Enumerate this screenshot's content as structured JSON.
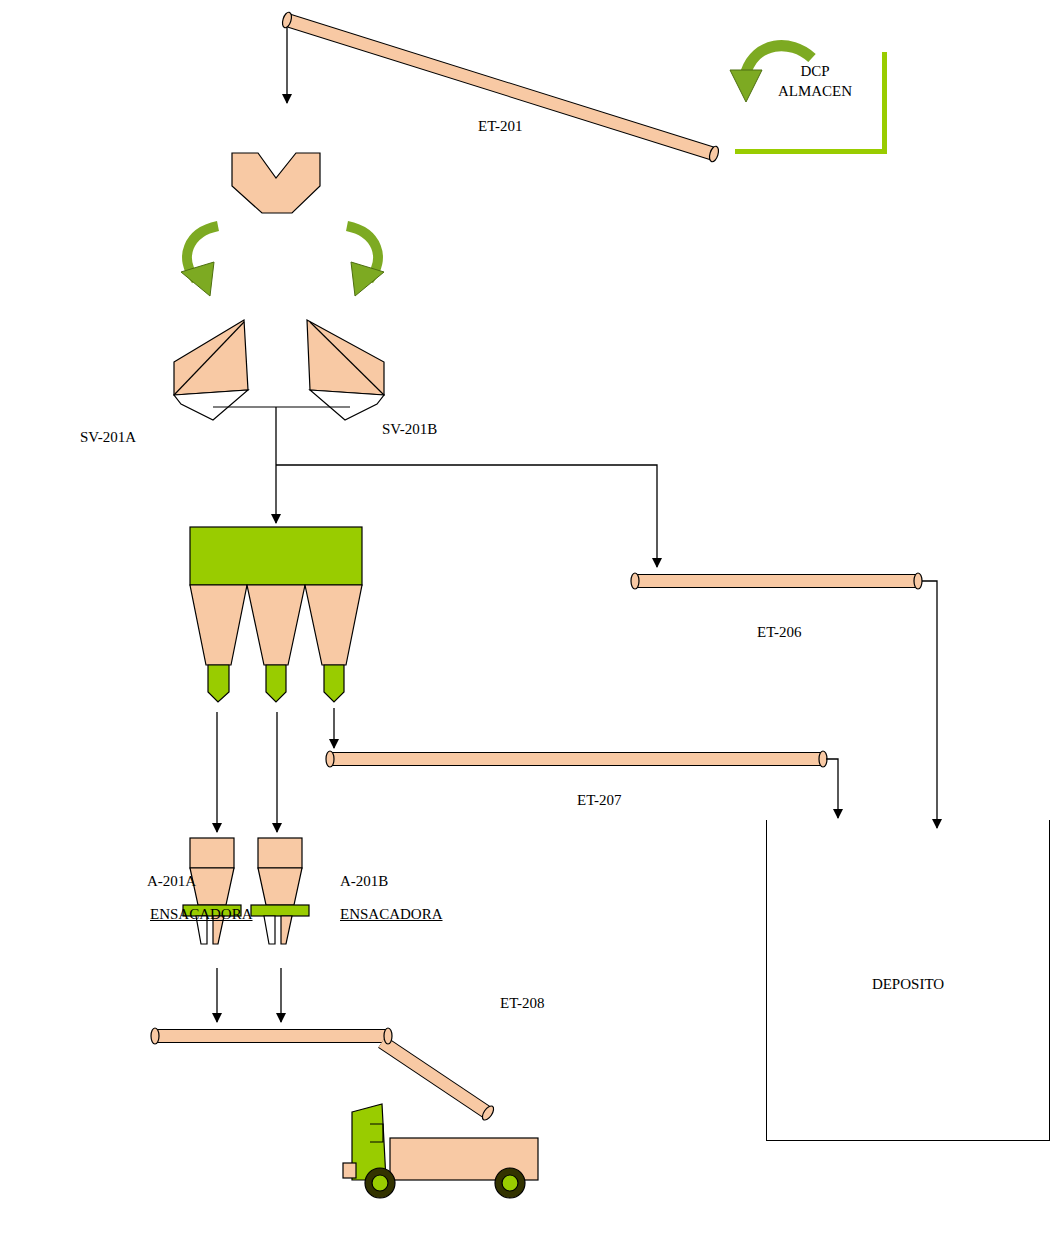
{
  "diagram": {
    "nodes": [
      {
        "text": [
          "DCP ALMACEN"
        ]
      },
      {
        "text": [
          "DEPOSITO"
        ]
      }
    ],
    "labels": [
      "ET-201",
      "SV-201A",
      "SV-201B",
      "ET-206",
      "ET-207",
      "A-201A",
      "ENSACADORA",
      "A-201B",
      "ENSACADORA",
      "ET-208"
    ]
  }
}
